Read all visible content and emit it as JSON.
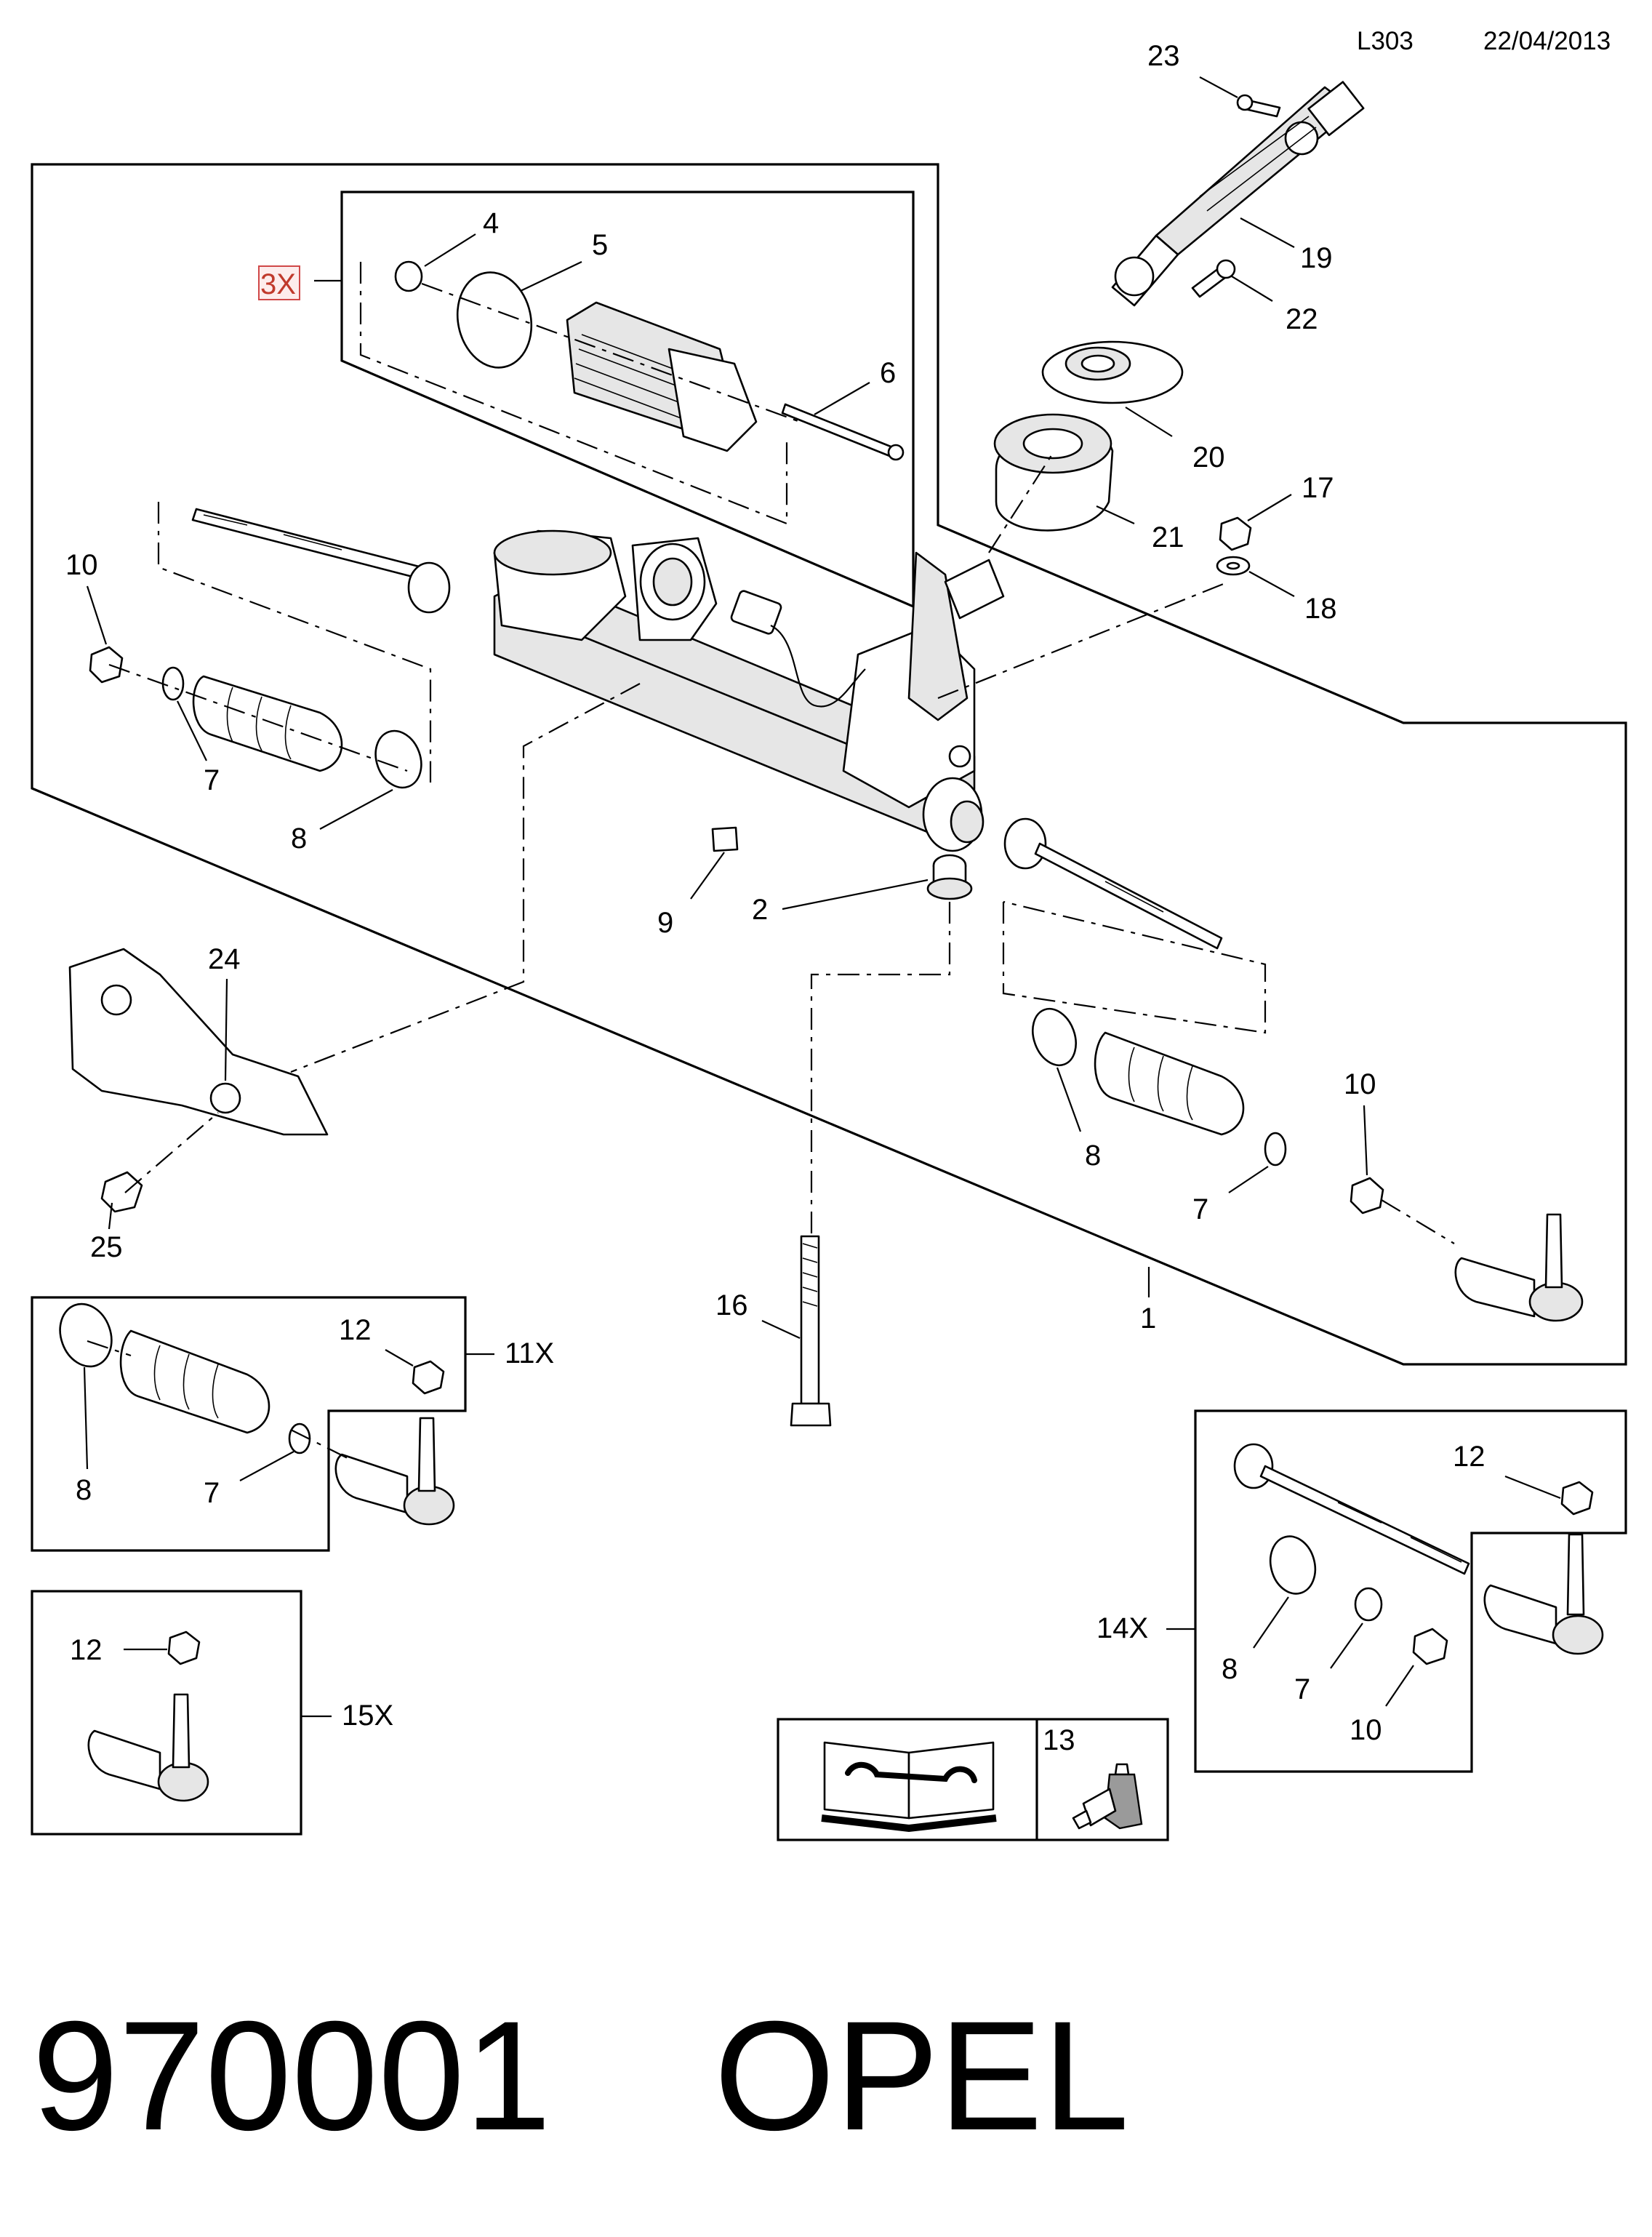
{
  "header": {
    "code": "L303",
    "date": "22/04/2013"
  },
  "footer": {
    "part_number": "970001",
    "brand": "OPEL"
  },
  "callouts": {
    "c1": "1",
    "c2": "2",
    "c3x": "3X",
    "c4": "4",
    "c5": "5",
    "c6": "6",
    "c7a": "7",
    "c7b": "7",
    "c7c": "7",
    "c7d": "7",
    "c8a": "8",
    "c8b": "8",
    "c8c": "8",
    "c8d": "8",
    "c9": "9",
    "c10a": "10",
    "c10b": "10",
    "c10c": "10",
    "c11x": "11X",
    "c12a": "12",
    "c12b": "12",
    "c12c": "12",
    "c13": "13",
    "c14x": "14X",
    "c15x": "15X",
    "c16": "16",
    "c17": "17",
    "c18": "18",
    "c19": "19",
    "c20": "20",
    "c21": "21",
    "c22": "22",
    "c23": "23",
    "c24": "24",
    "c25": "25"
  },
  "icons": {
    "manual": "manual-book-wrench-icon",
    "adhesive": "adhesive-bottle-icon"
  },
  "colors": {
    "ink": "#000000",
    "highlight": "#c0392b"
  }
}
